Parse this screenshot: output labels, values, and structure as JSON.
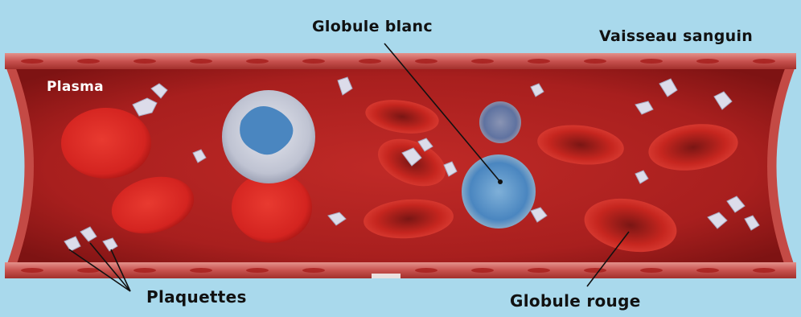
{
  "labels": {
    "white_cell": "Globule blanc",
    "vessel": "Vaisseau sanguin",
    "plasma": "Plasma",
    "platelets": "Plaquettes",
    "red_cell": "Globule rouge"
  },
  "colors": {
    "background": "#a9d9ec",
    "vessel_wall": "#c8524f",
    "vessel_interior": "#a81f1e",
    "red_cell": "#d8261f",
    "white_cell_nucleus": "#4a86c0",
    "white_cell_body": "#c4c8d4",
    "platelet": "#dcdcea"
  }
}
